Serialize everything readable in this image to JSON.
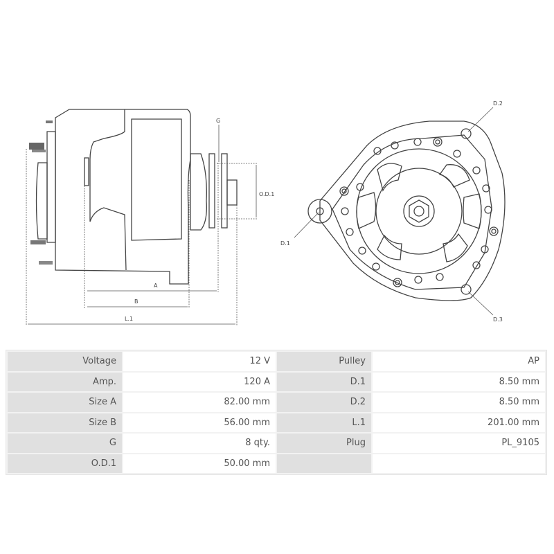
{
  "diagram": {
    "side_view_labels": {
      "a": "A",
      "b": "B",
      "l1": "L.1",
      "g": "G",
      "od1": "O.D.1"
    },
    "front_view_labels": {
      "d1": "D.1",
      "d2": "D.2",
      "d3": "D.3"
    }
  },
  "specs": [
    {
      "label": "Voltage",
      "value": "12 V",
      "label2": "Pulley",
      "value2": "AP"
    },
    {
      "label": "Amp.",
      "value": "120 A",
      "label2": "D.1",
      "value2": "8.50 mm"
    },
    {
      "label": "Size A",
      "value": "82.00 mm",
      "label2": "D.2",
      "value2": "8.50 mm"
    },
    {
      "label": "Size B",
      "value": "56.00 mm",
      "label2": "L.1",
      "value2": "201.00 mm"
    },
    {
      "label": "G",
      "value": "8 qty.",
      "label2": "Plug",
      "value2": "PL_9105"
    },
    {
      "label": "O.D.1",
      "value": "50.00 mm",
      "label2": "",
      "value2": ""
    }
  ]
}
